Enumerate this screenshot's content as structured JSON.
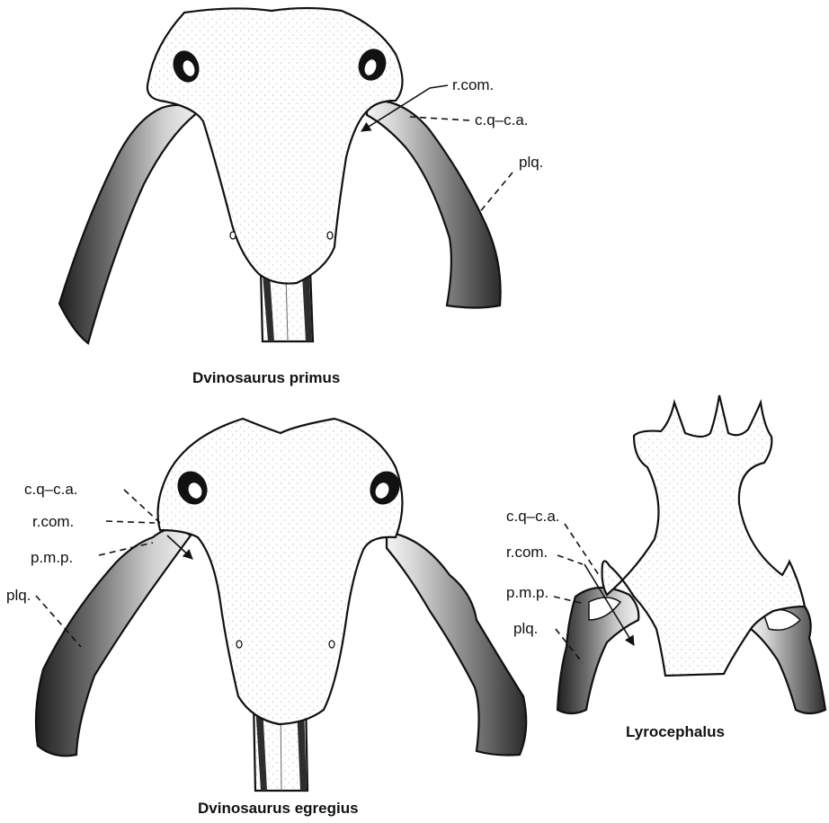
{
  "figures": [
    {
      "title": "Dvinosaurus primus",
      "labels": {
        "r_com": "r.com.",
        "cq_ca": "c.q–c.a.",
        "plq": "plq."
      }
    },
    {
      "title": "Dvinosaurus egregius",
      "labels": {
        "cq_ca": "c.q–c.a.",
        "r_com": "r.com.",
        "pmp": "p.m.p.",
        "plq": "plq."
      }
    },
    {
      "title": "Lyrocephalus",
      "labels": {
        "cq_ca": "c.q–c.a.",
        "r_com": "r.com.",
        "pmp": "p.m.p.",
        "plq": "plq."
      }
    }
  ]
}
